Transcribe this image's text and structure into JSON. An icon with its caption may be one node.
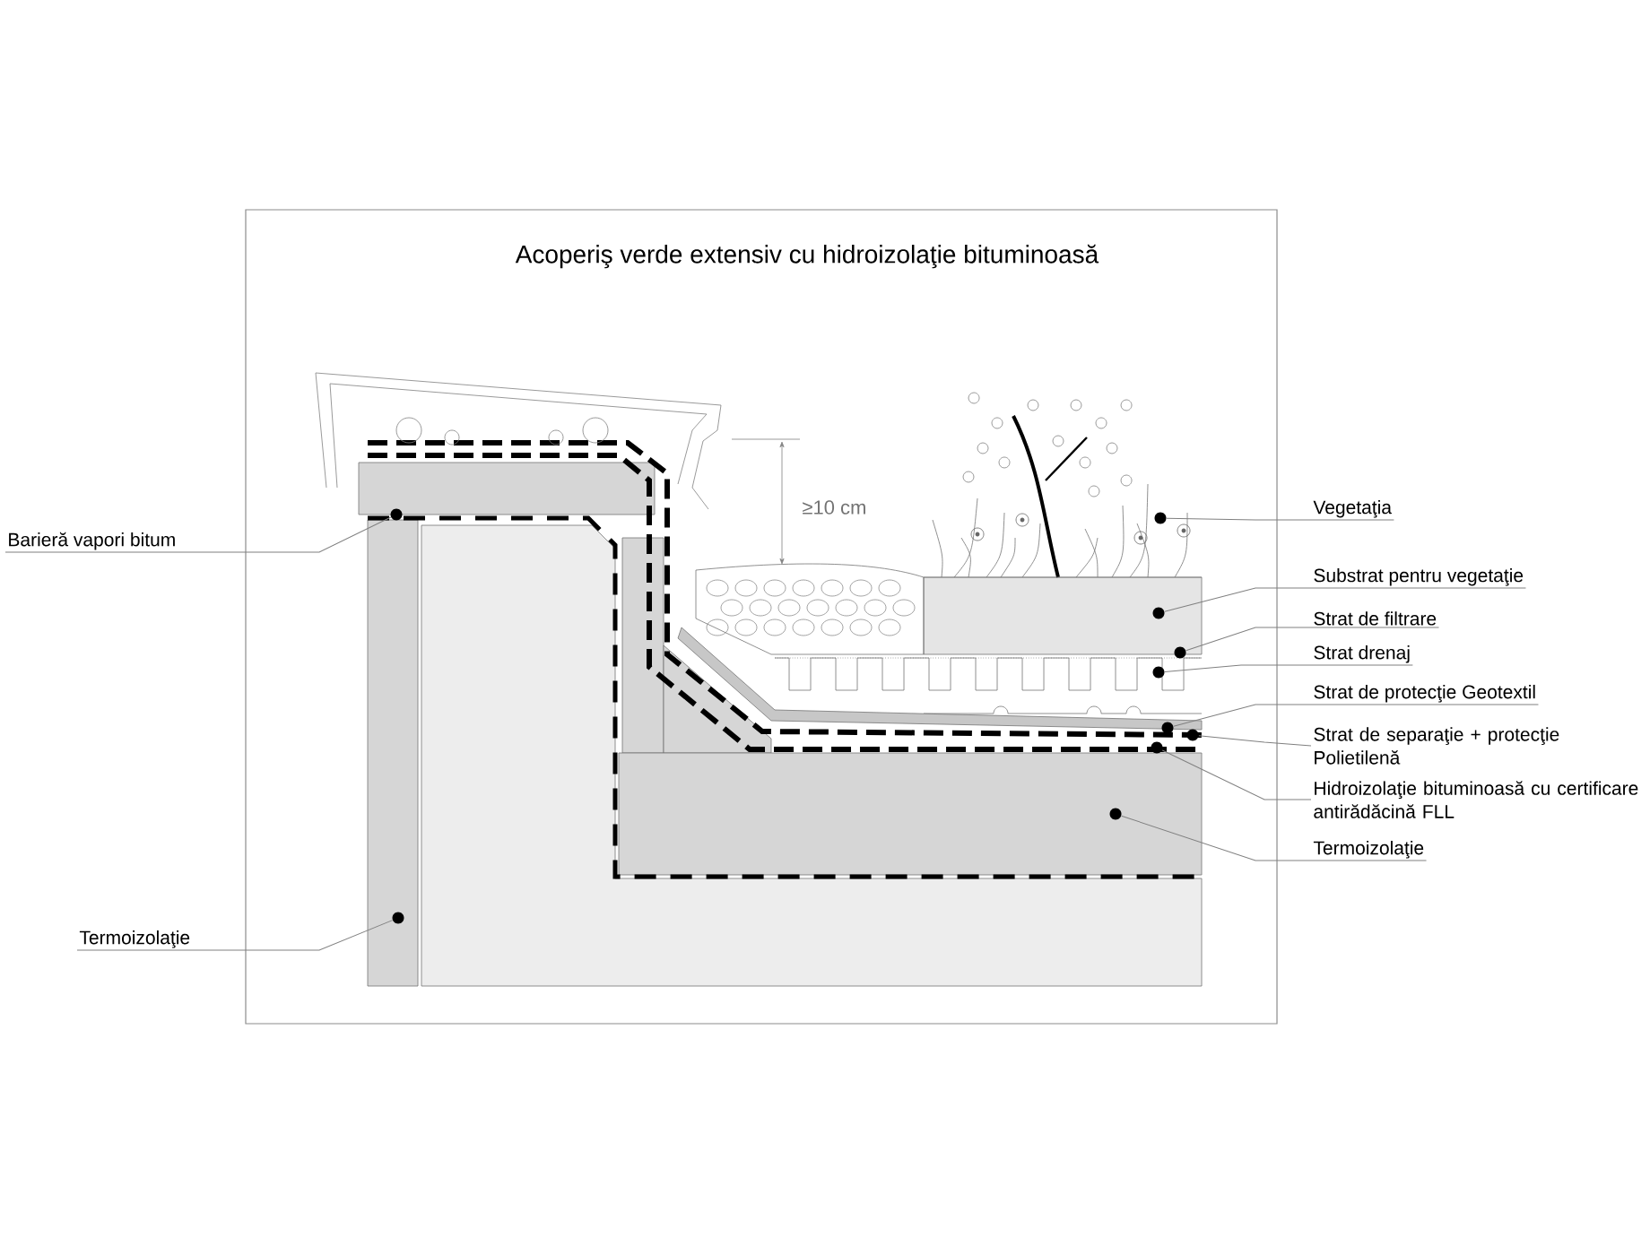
{
  "diagram": {
    "title": "Acoperiş verde extensiv cu hidroizolaţie bituminoasă",
    "nodes": [
      {
        "text": [
          "Vegetaţia"
        ]
      },
      {
        "text": [
          "Substrat pentru vegetaţie"
        ]
      },
      {
        "text": [
          "Strat de filtrare"
        ]
      },
      {
        "text": [
          "Strat drenaj"
        ]
      },
      {
        "text": [
          "Strat de protecţie Geotextil"
        ]
      },
      {
        "text": [
          "Strat de separaţie + protecţie Polietilenă"
        ]
      },
      {
        "text": [
          "Hidroizolaţie bituminoasă cu certificare antirădăcină FLL"
        ]
      },
      {
        "text": [
          "Termoizolaţie"
        ]
      },
      {
        "text": [
          "Barieră vapori bitum"
        ]
      },
      {
        "text": [
          "Termoizolaţie"
        ]
      },
      {
        "text": [],
        "shape": "circle"
      },
      {
        "text": [],
        "shape": "circle"
      },
      {
        "text": [],
        "shape": "circle"
      },
      {
        "text": [],
        "shape": "circle"
      },
      {
        "text": [],
        "shape": "circle"
      },
      {
        "text": [],
        "shape": "circle"
      },
      {
        "text": [],
        "shape": "circle"
      },
      {
        "text": [],
        "shape": "circle"
      },
      {
        "text": [],
        "shape": "circle"
      },
      {
        "text": [],
        "shape": "circle"
      }
    ],
    "edges": [
      {
        "from": 0,
        "to": 10,
        "arrow": "none"
      },
      {
        "from": 1,
        "to": 11,
        "arrow": "none"
      },
      {
        "from": 2,
        "to": 12,
        "arrow": "none"
      },
      {
        "from": 3,
        "to": 13,
        "arrow": "none"
      },
      {
        "from": 4,
        "to": 14,
        "arrow": "none"
      },
      {
        "from": 5,
        "to": 15,
        "arrow": "none"
      },
      {
        "from": 6,
        "to": 16,
        "arrow": "none"
      },
      {
        "from": 7,
        "to": 17,
        "arrow": "none"
      },
      {
        "from": 8,
        "to": 18,
        "arrow": "none"
      },
      {
        "from": 9,
        "to": 19,
        "arrow": "none"
      }
    ],
    "labels": [
      "≥10 cm"
    ]
  }
}
